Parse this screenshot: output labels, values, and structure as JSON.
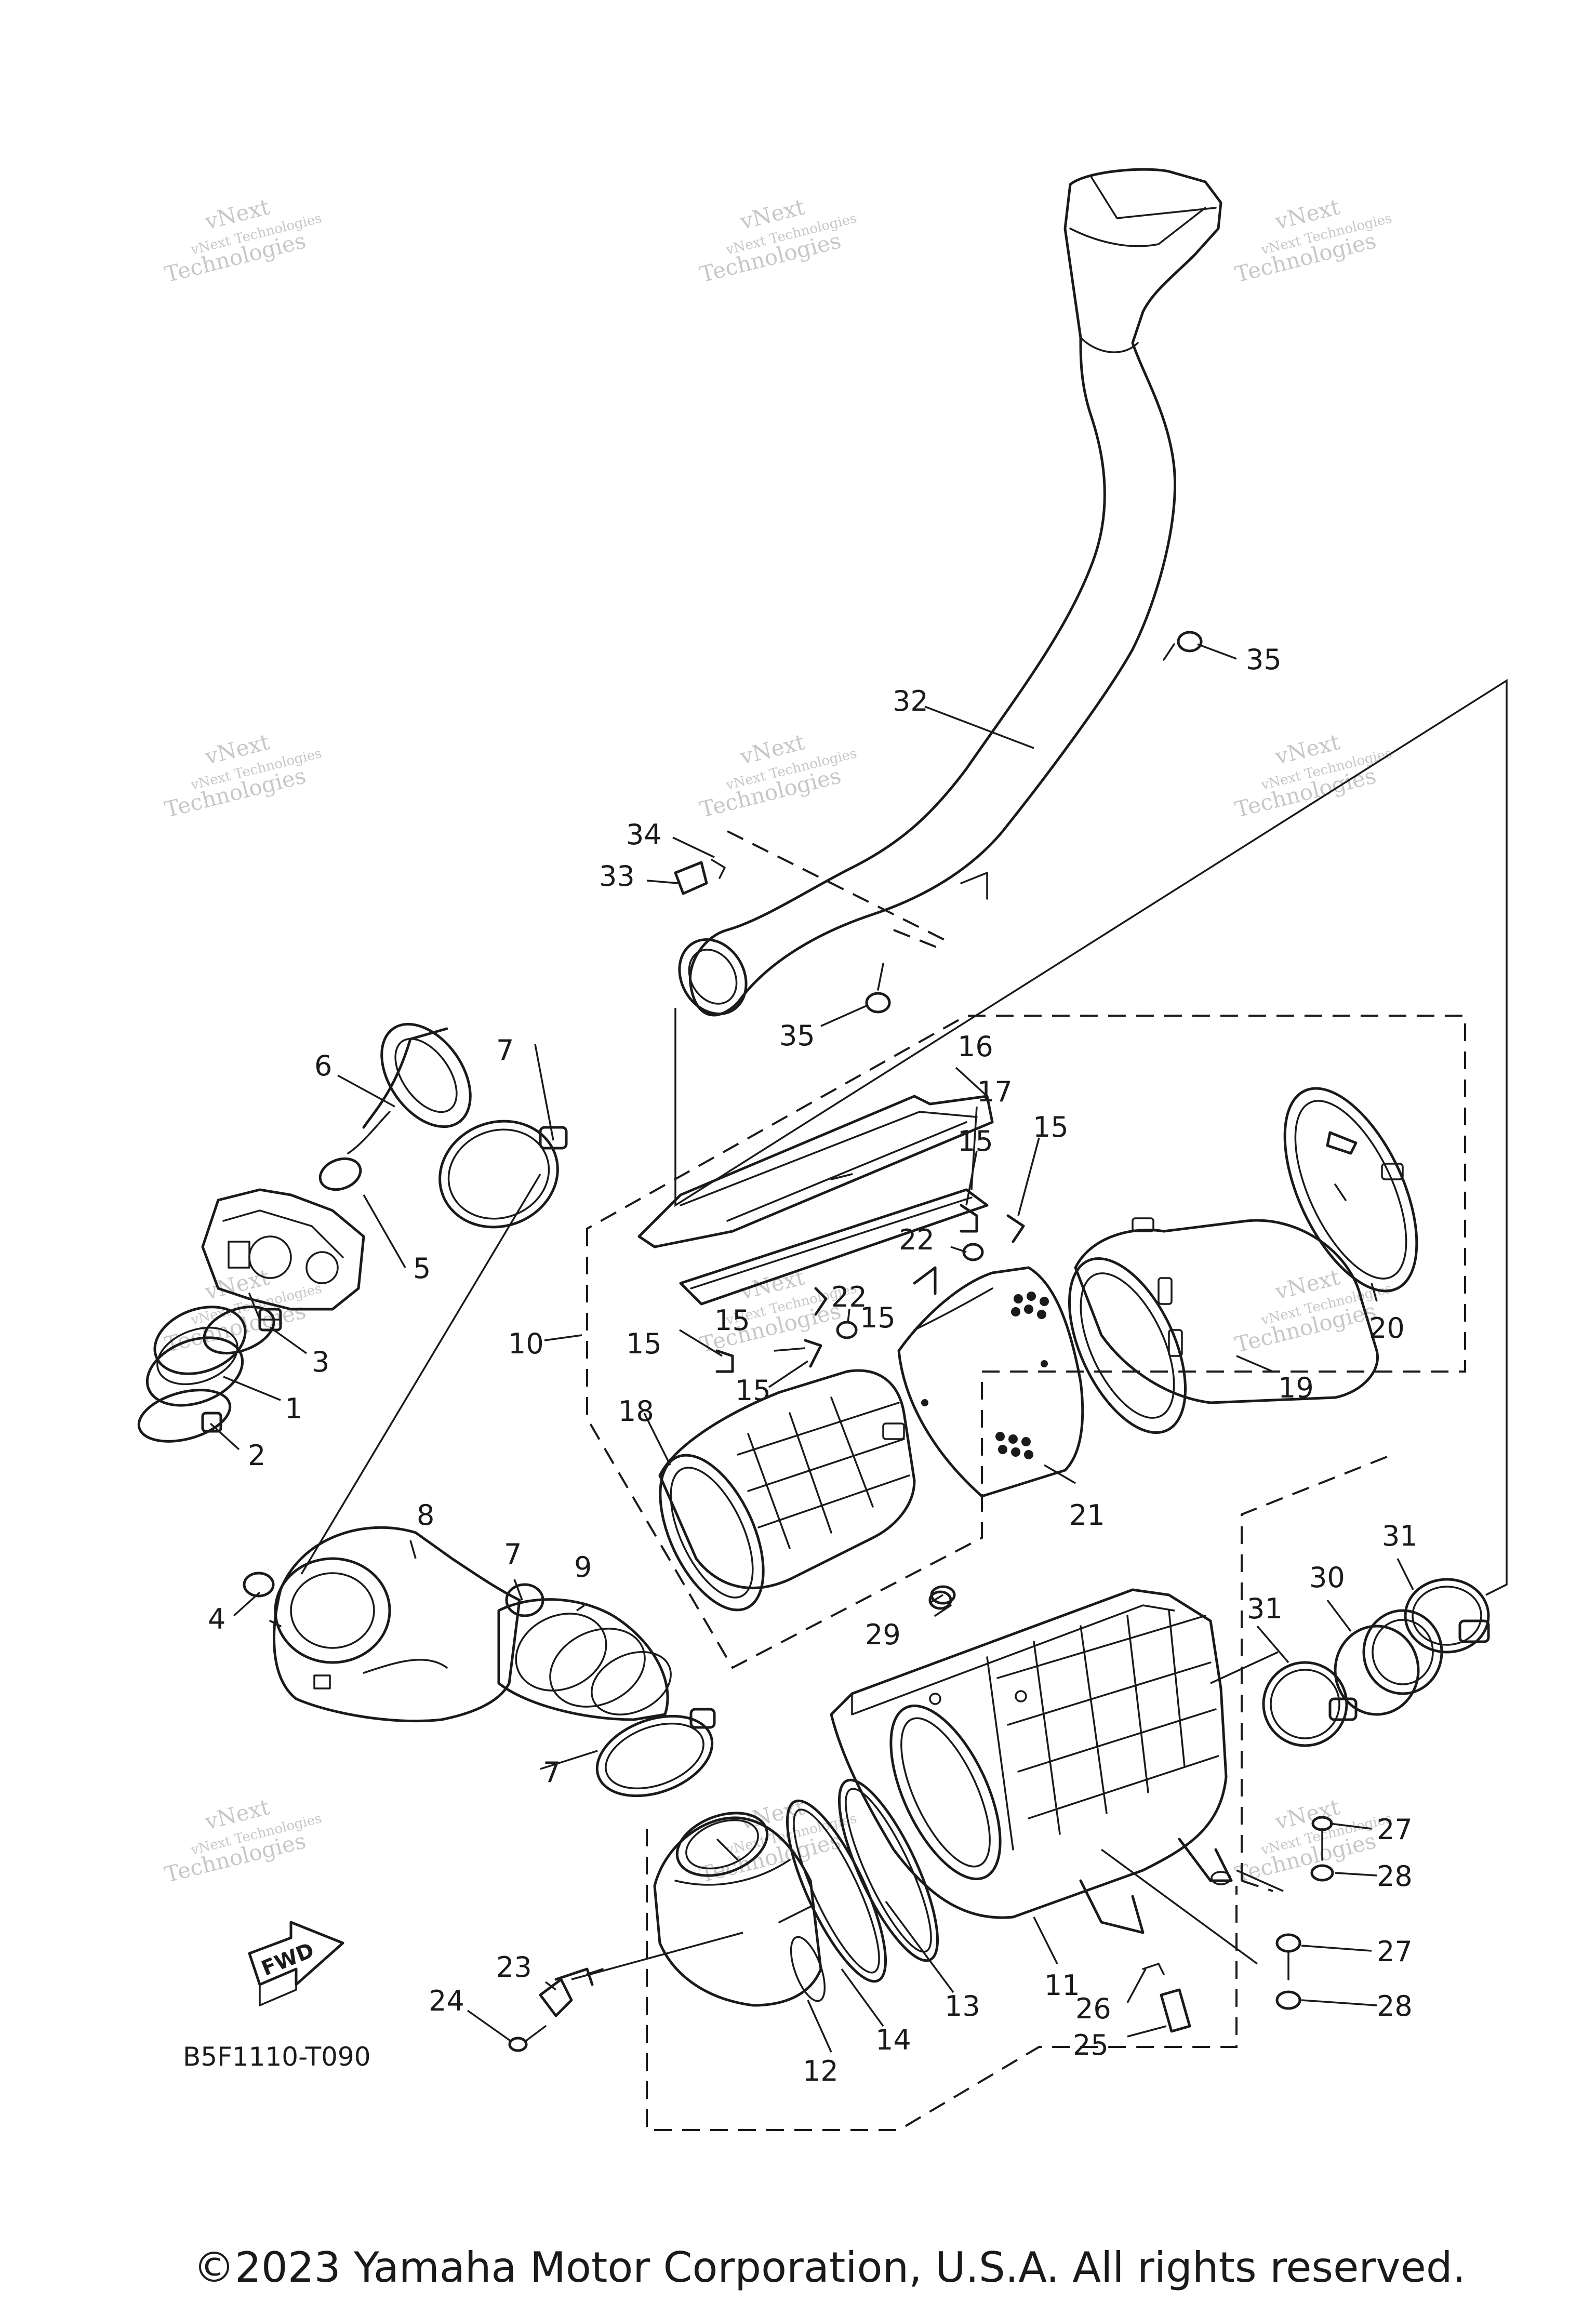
{
  "callouts": {
    "c1": "1",
    "c2": "2",
    "c3": "3",
    "c4": "4",
    "c5": "5",
    "c6": "6",
    "c7": "7",
    "c8": "8",
    "c9": "9",
    "c10": "10",
    "c11": "11",
    "c12": "12",
    "c13": "13",
    "c14": "14",
    "c15": "15",
    "c16": "16",
    "c17": "17",
    "c18": "18",
    "c19": "19",
    "c20": "20",
    "c21": "21",
    "c22": "22",
    "c23": "23",
    "c24": "24",
    "c25": "25",
    "c26": "26",
    "c27": "27",
    "c28": "28",
    "c29": "29",
    "c30": "30",
    "c31": "31",
    "c32": "32",
    "c33": "33",
    "c34": "34",
    "c35": "35"
  },
  "fwd_label": "FWD",
  "diagram_code": "B5F1110-T090",
  "watermark": {
    "line1": "vNext Technologies",
    "line2": "Technologies",
    "line3": "vNext"
  },
  "copyright": "©2023 Yamaha Motor Corporation, U.S.A. All rights reserved."
}
